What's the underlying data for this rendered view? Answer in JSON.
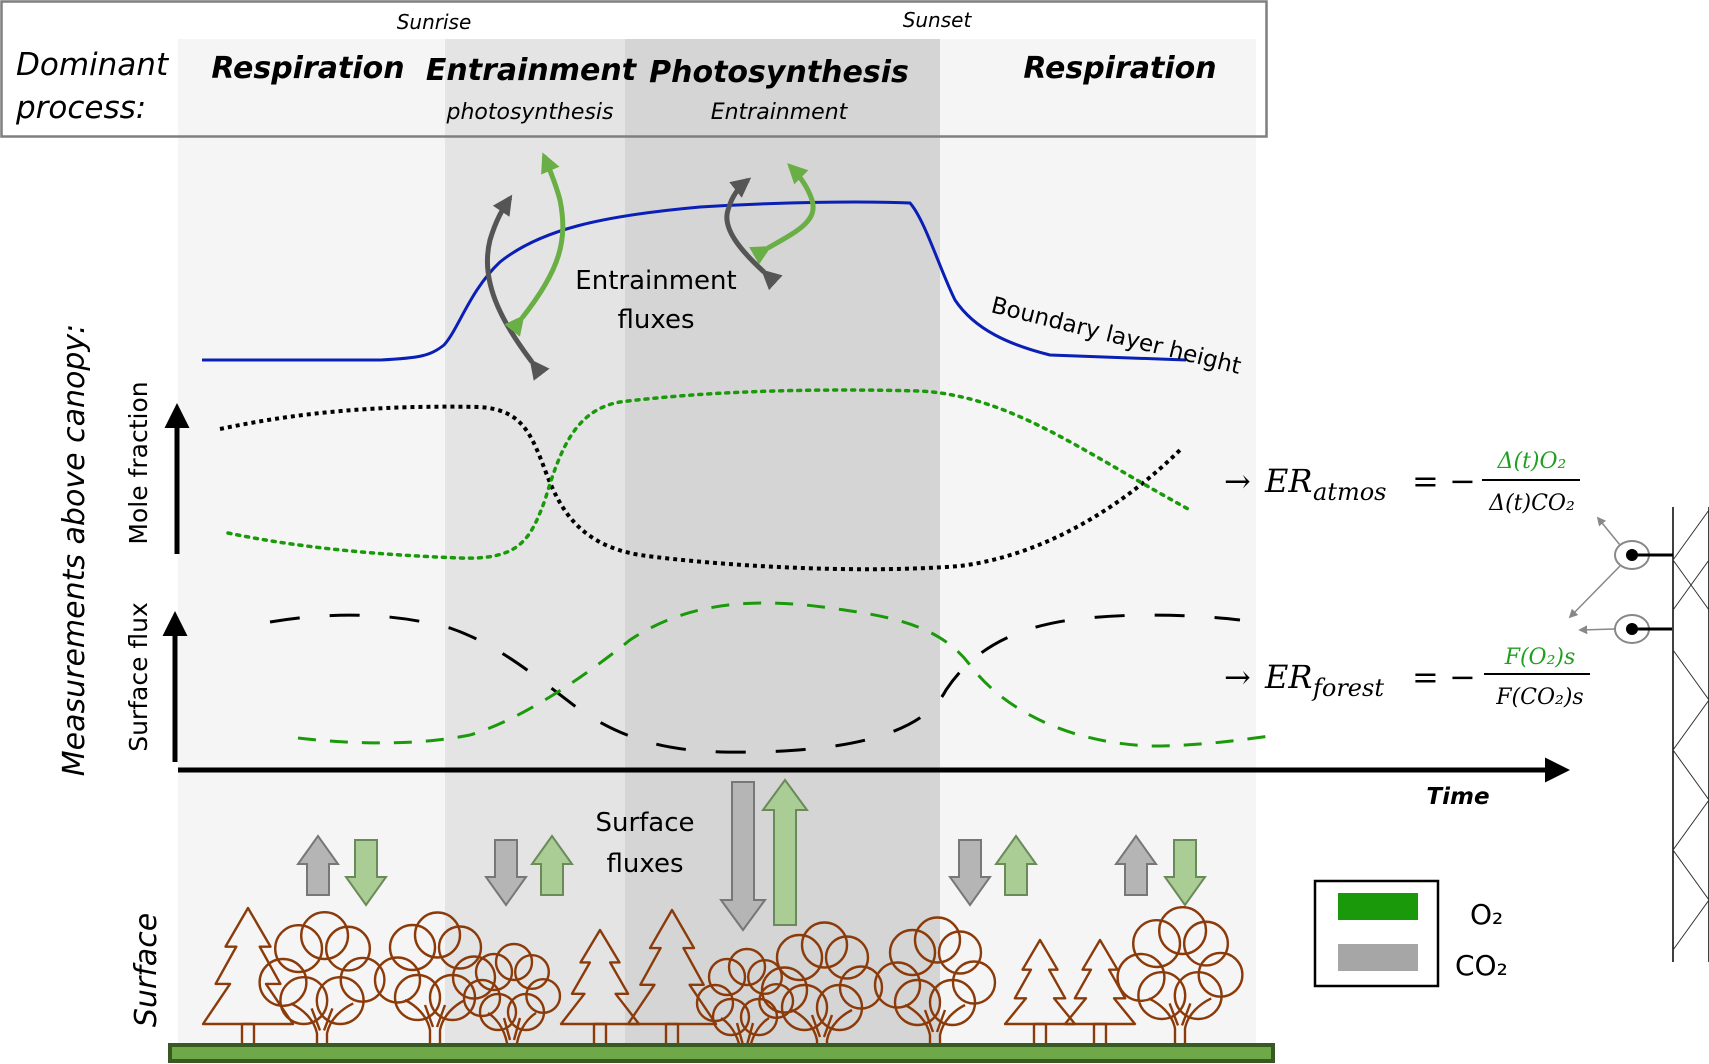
{
  "header": {
    "label_line1": "Dominant",
    "label_line2": "process:",
    "sunrise": "Sunrise",
    "sunset": "Sunset",
    "phases": [
      {
        "main": "Respiration",
        "sub": ""
      },
      {
        "main": "Entrainment",
        "sub": "photosynthesis"
      },
      {
        "main": "Photosynthesis",
        "sub": "Entrainment"
      },
      {
        "main": "Respiration",
        "sub": ""
      }
    ]
  },
  "colors": {
    "band_light": "#f5f5f5",
    "band_mid": "#e4e4e4",
    "band_dark": "#d5d5d5",
    "boundary_layer": "#0a1fb5",
    "o2": "#1a9a0a",
    "co2": "#a6a6a6",
    "co2_line": "#000000",
    "tree": "#8b3a0a",
    "ground_fill": "#6fa848",
    "ground_border": "#385a22",
    "entrain_gray": "#555555",
    "entrain_green": "#6aae46"
  },
  "labels": {
    "y_axis_group": "Measurements above canopy:",
    "mole_fraction": "Mole fraction",
    "surface_flux": "Surface flux",
    "surface": "Surface",
    "time": "Time",
    "boundary_layer": "Boundary layer height",
    "entrainment_fluxes_1": "Entrainment",
    "entrainment_fluxes_2": "fluxes",
    "surface_fluxes_1": "Surface",
    "surface_fluxes_2": "fluxes"
  },
  "equations": {
    "atmos": {
      "arrow": "→",
      "lhs": "ER",
      "sub": "atmos",
      "eq": "= −",
      "num": "Δ(t)O₂",
      "den": "Δ(t)CO₂"
    },
    "forest": {
      "arrow": "→",
      "lhs": "ER",
      "sub": "forest",
      "eq": "= −",
      "num": "F(O₂)s",
      "den": "F(CO₂)s"
    }
  },
  "legend": {
    "items": [
      {
        "label": "O₂",
        "color": "#1a9a0a"
      },
      {
        "label": "CO₂",
        "color": "#a6a6a6"
      }
    ]
  },
  "surface_flux_arrows": [
    {
      "phase": "Respiration (night)",
      "co2": "up",
      "o2": "down",
      "magnitude": "small"
    },
    {
      "phase": "Entrainment (morning)",
      "co2": "down",
      "o2": "up",
      "magnitude": "small"
    },
    {
      "phase": "Photosynthesis (day)",
      "co2": "down",
      "o2": "up",
      "magnitude": "large"
    },
    {
      "phase": "Evening transition",
      "co2": "down",
      "o2": "up",
      "magnitude": "small"
    },
    {
      "phase": "Respiration (night)",
      "co2": "up",
      "o2": "down",
      "magnitude": "small"
    }
  ]
}
